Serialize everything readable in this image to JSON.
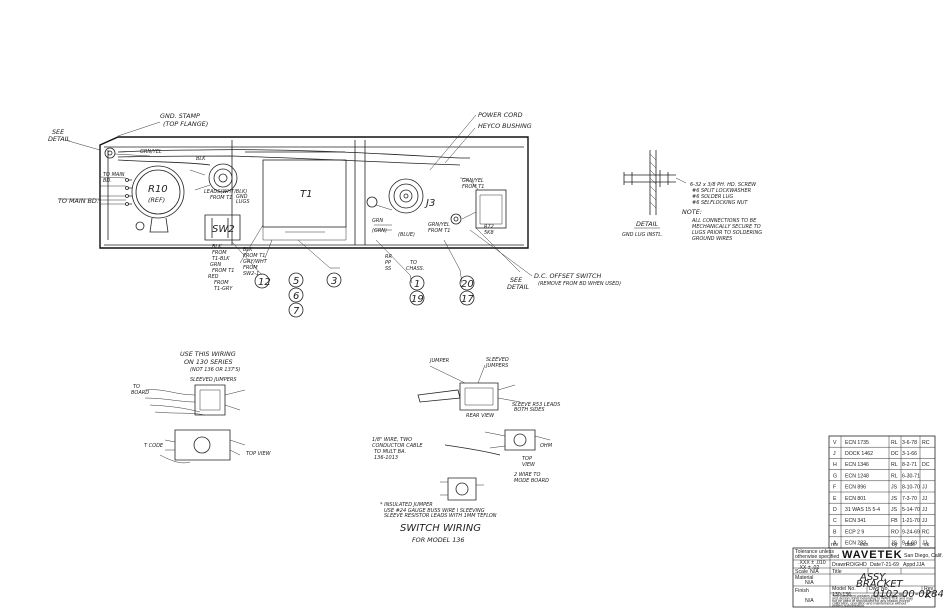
{
  "main_assembly": {
    "callouts": {
      "gnd_stamp": [
        "GND. STAMP",
        "(TOP FLANGE)"
      ],
      "see_detail_left": [
        "SEE",
        "DETAIL"
      ],
      "power_cord": "POWER CORD",
      "heyco_bushing": "HEYCO BUSHING",
      "to_main_bd": "TO MAIN BD.",
      "to_main_bd_small": [
        "TO MAIN",
        "BD."
      ],
      "r10": [
        "R10",
        "(REF)"
      ],
      "t1": "T1",
      "j3": "J3",
      "sw2": "SW2",
      "see_detail_right": [
        "SEE",
        "DETAIL"
      ],
      "dc_offset_switch": "D.C. OFFSET SWITCH",
      "dc_offset_switch_sub": "(REMOVE FROM BD WHEN USED)",
      "r72": [
        "R72",
        "5K8"
      ],
      "grn_yel_from_t1": [
        "GRN/YEL",
        "FROM T1"
      ],
      "grn_yel_from_t1_b": [
        "GRN/YEL",
        "FROM T1"
      ],
      "wht_blk_from_t1": [
        "LEADS(WHT/BLK)",
        "FROM T1"
      ],
      "grn_yel_top": "GRN/YEL",
      "blk": "BLK",
      "blue": "(BLUE)",
      "rr_pp": [
        "RR",
        "PP",
        "SS"
      ],
      "chassis_ground": [
        "TO",
        "CHASS."
      ],
      "sw2_leads": [
        "BLK",
        "FROM",
        "T1-BLK",
        "GRN",
        "FROM T1",
        "RED",
        "FROM",
        "T1-GRY"
      ],
      "sw2_right_leads": [
        "BLK",
        "FROM T1",
        "GRY/WHT",
        "FROM",
        "SW2-1"
      ],
      "gnd_leads": [
        "GND",
        "LUGS"
      ],
      "j3_bubble": "J3",
      "j3_green": [
        "GRN",
        "(GRN)"
      ]
    },
    "item_numbers": [
      "12",
      "5",
      "6",
      "7",
      "3",
      "1",
      "19",
      "20",
      "17"
    ]
  },
  "detail": {
    "title": "DETAIL",
    "subtitle": "GND LUG INSTL.",
    "screw_note": [
      "6-32 x 3/8 PH. HD. SCREW",
      "#6 SPLIT LOCKWASHER",
      "#6 SOLDER LUG",
      "#6 SELFLOCKING NUT"
    ],
    "note_title": "NOTE:",
    "note_text": [
      "ALL CONNECTIONS TO BE",
      "MECHANICALLY SECURE TO",
      "LUGS PRIOR TO SOLDERING",
      "GROUND WIRES"
    ]
  },
  "switch_left": {
    "title": [
      "USE THIS WIRING",
      "ON 130 SERIES",
      "(NOT 136 OR 137'S)"
    ],
    "labels": {
      "sleeved_jumpers": "SLEEVED JUMPERS",
      "to_board": [
        "TO",
        "BOARD"
      ],
      "t_code": "T CODE",
      "top_view": "TOP VIEW"
    }
  },
  "switch_right": {
    "labels": {
      "jumper": "JUMPER",
      "sleeved_jumpers": [
        "SLEEVED",
        "JUMPERS"
      ],
      "rear_view": "REAR VIEW",
      "sleeve": [
        "SLEEVE R53 LEADS",
        "BOTH SIDES"
      ],
      "coax": [
        "1/8\" WIRE, TWO",
        "CONDUCTOR CABLE",
        "TO MULT BA.",
        "136-1013"
      ],
      "top_view": [
        "TOP",
        "VIEW"
      ],
      "to_mode": [
        "2 WIRE TO",
        "MODE BOARD"
      ],
      "ohm_label": "OHM"
    },
    "footnote": [
      "* INSULATED JUMPER",
      "USE #24 GAUGE BUSS WIRE I SLEEVING",
      "SLEEVE RESISTOR LEADS WITH 1MM TEFLON"
    ],
    "title": "SWITCH WIRING",
    "subtitle": "FOR MODEL 136"
  },
  "revisions": [
    {
      "ltr": "V",
      "desc": "ECN 1735",
      "by": "RL",
      "date": "3-6-78",
      "ck": "RC"
    },
    {
      "ltr": "J",
      "desc": "DOCK 1462",
      "by": "DC",
      "date": "3-1-66",
      "ck": ""
    },
    {
      "ltr": "H",
      "desc": "ECN 1346",
      "by": "RL",
      "date": "8-2-71",
      "ck": "DC"
    },
    {
      "ltr": "G",
      "desc": "ECN 1248",
      "by": "RL",
      "date": "6-30-71",
      "ck": ""
    },
    {
      "ltr": "F",
      "desc": "ECN 896",
      "by": "JS",
      "date": "8-10-70",
      "ck": "JJ"
    },
    {
      "ltr": "E",
      "desc": "ECN 801",
      "by": "JS",
      "date": "7-3-70",
      "ck": "JJ"
    },
    {
      "ltr": "D",
      "desc": "31 WAS 15 5-4",
      "by": "JS",
      "date": "5-14-70",
      "ck": "JJ"
    },
    {
      "ltr": "C",
      "desc": "ECN 341",
      "by": "FB",
      "date": "1-21-70",
      "ck": "JJ"
    },
    {
      "ltr": "B",
      "desc": "ECP 2 9",
      "by": "RO",
      "date": "9-24-69",
      "ck": "RC"
    },
    {
      "ltr": "A",
      "desc": "ECN 283",
      "by": "JS",
      "date": "9-4-69",
      "ck": "JJ"
    }
  ],
  "revision_header": {
    "rev": "rev",
    "desc": "ecn",
    "by": "by",
    "date": "date",
    "ck": "ck"
  },
  "title_block": {
    "tolerance_title": [
      "Tolerance unless",
      "otherwise specified"
    ],
    "tolerance_values": [
      ".XXX ± .010",
      ".XX ± .02"
    ],
    "brand": "WAVETEK",
    "location": "San Diego, Calif.",
    "drawn_label": "Drawn",
    "drawn_by": "RO/GHD",
    "date_label": "Date",
    "date": "7-21-69",
    "appd_label": "Appd",
    "appd": "JJA",
    "scale_label": "Scale",
    "scale": "N/A",
    "material_label": "Material",
    "material": "N/A",
    "finish_label": "Finish",
    "finish": "N/A",
    "title_label": "Title",
    "title_line1": "ASSY,",
    "title_line2": "BRACKET",
    "model_label": "Model No.",
    "model": "130-136",
    "dwg_label": "Dwg No.",
    "dwg_no": "0102-00-0284",
    "rev_label": "Rev",
    "rev": "K",
    "proprietary": [
      "This document contains proprietary information",
      "and design rights belonging to WAVETEK and may",
      "not be used or reproduced for any reason except",
      "calibration, operation and maintenance without",
      "written authorization."
    ]
  }
}
